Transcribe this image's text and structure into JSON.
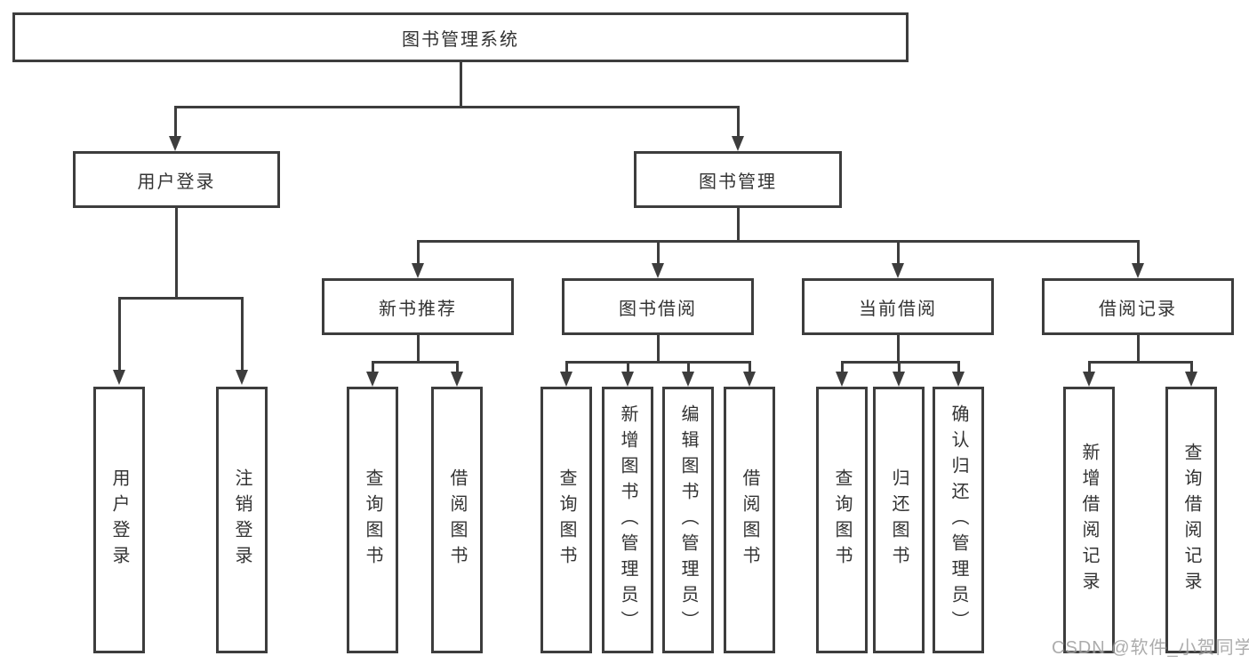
{
  "diagram": {
    "root": {
      "label": "图书管理系统"
    },
    "branches": [
      {
        "label": "用户登录",
        "children": [
          {
            "label": "用户登录"
          },
          {
            "label": "注销登录"
          }
        ]
      },
      {
        "label": "图书管理",
        "children": [
          {
            "label": "新书推荐",
            "children": [
              {
                "label": "查询图书"
              },
              {
                "label": "借阅图书"
              }
            ]
          },
          {
            "label": "图书借阅",
            "children": [
              {
                "label": "查询图书"
              },
              {
                "label": "新增图书（管理员）"
              },
              {
                "label": "编辑图书（管理员）"
              },
              {
                "label": "借阅图书"
              }
            ]
          },
          {
            "label": "当前借阅",
            "children": [
              {
                "label": "查询图书"
              },
              {
                "label": "归还图书"
              },
              {
                "label": "确认归还（管理员）"
              }
            ]
          },
          {
            "label": "借阅记录",
            "children": [
              {
                "label": "新增借阅记录"
              },
              {
                "label": "查询借阅记录"
              }
            ]
          }
        ]
      }
    ]
  },
  "watermark": {
    "text": "CSDN @软件_小贺同学"
  },
  "colors": {
    "line": "#3d3d3d",
    "text": "#333333",
    "background": "#ffffff",
    "watermark": "#9e9e9e"
  }
}
